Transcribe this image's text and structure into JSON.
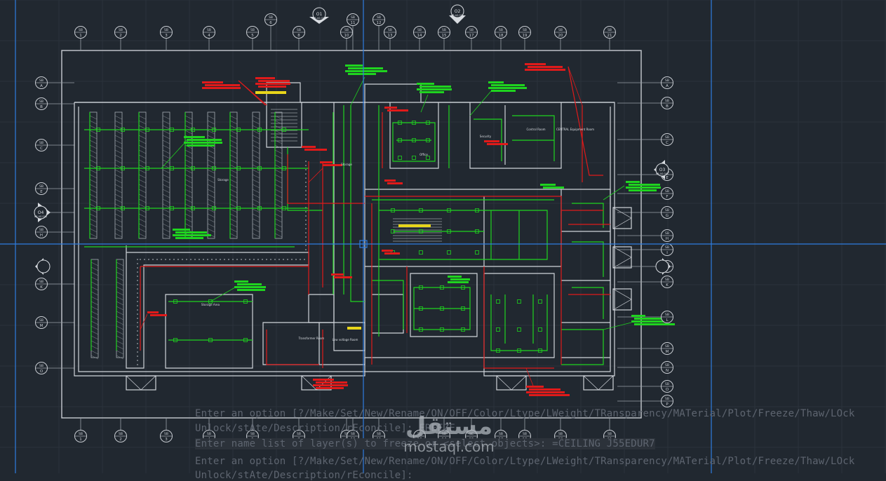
{
  "colors": {
    "background": "#212830",
    "border": "#c8ccd2",
    "walls": "#d0d4da",
    "green_circuit": "#1fd41f",
    "red_circuit": "#e01a1a",
    "crosshair": "#2f7de1",
    "command_text": "#5e6570"
  },
  "grid_top": [
    "1",
    "2",
    "3",
    "4",
    "5",
    "6",
    "8",
    "10",
    "11",
    "12",
    "13",
    "14",
    "15",
    "17",
    "18",
    "19",
    "20",
    "21"
  ],
  "grid_bottom": [
    "1",
    "2",
    "3",
    "4",
    "5",
    "7",
    "8",
    "10",
    "11",
    "13",
    "14",
    "15",
    "18",
    "19",
    "20",
    "21"
  ],
  "grid_left": [
    "A",
    "B",
    "C",
    "E",
    "G",
    "H",
    "K",
    "M",
    "O"
  ],
  "grid_right": [
    "A",
    "B",
    "C",
    "E",
    "F",
    "G",
    "H",
    "I",
    "J",
    "K",
    "L",
    "M",
    "N",
    "O",
    "P"
  ],
  "grid_prefix": "SB",
  "section_markers": [
    {
      "label": "O1",
      "sheet": "SB.AS.001"
    },
    {
      "label": "O2",
      "sheet": "SB.AS.001"
    },
    {
      "label": "O3",
      "sheet": "SB.AS.001"
    },
    {
      "label": "O4",
      "sheet": "SB.AS.001"
    }
  ],
  "room_labels": [
    "Storage",
    "Storage Area",
    "Transformer Room",
    "Low voltage Room",
    "Security",
    "Control Room",
    "CENTRAL Equipment Room",
    "Office",
    "Storage"
  ],
  "command_line": [
    "Enter an option [?/Make/Set/New/Rename/ON/OFF/Color/Ltype/LWeight/TRansparency/MATerial/Plot/Freeze/Thaw/LOck",
    "Unlock/stAte/Description/rEconcile]: FREEZE",
    "Enter name list of layer(s) to freeze or <select objects>: =CEILING J55EDUR7",
    "Enter an option [?/Make/Set/New/Rename/ON/OFF/Color/Ltype/LWeight/TRansparency/MATerial/Plot/Freeze/Thaw/LOck",
    "Unlock/stAte/Description/rEconcile]:"
  ],
  "watermark": {
    "arabic": "مستقل",
    "latin": "mostaql.com"
  },
  "icons": [
    "grid-bubble-icon",
    "section-arrow-icon"
  ]
}
